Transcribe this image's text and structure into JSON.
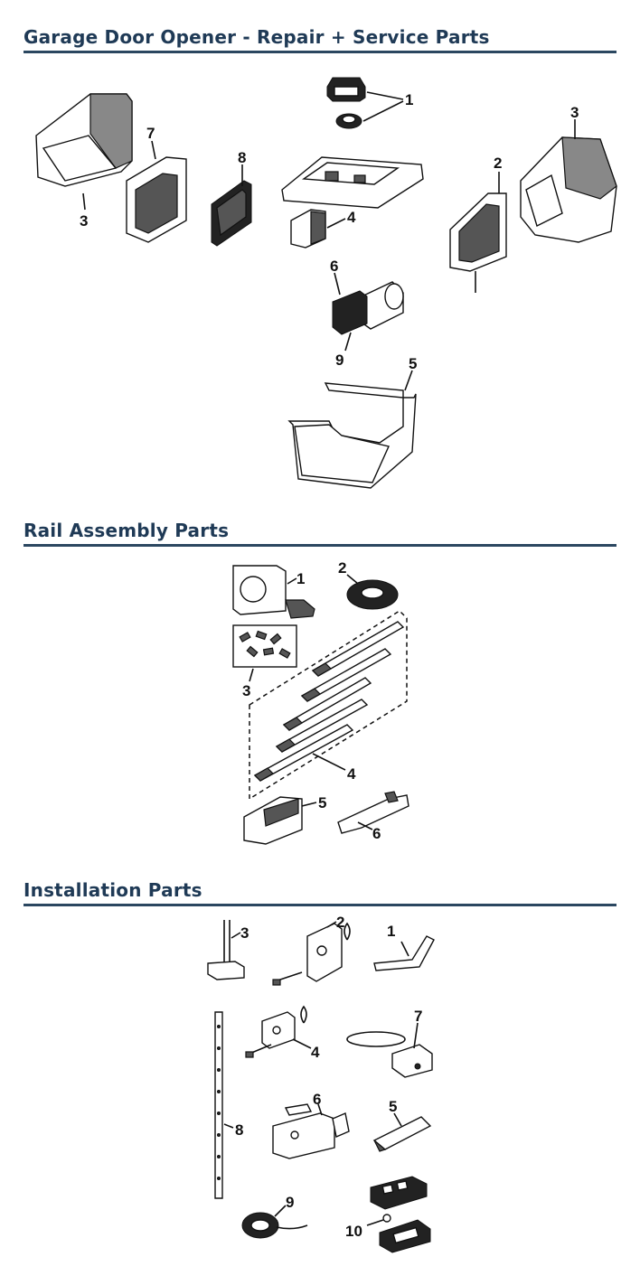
{
  "sections": [
    {
      "title": "Garage Door Opener - Repair + Service Parts",
      "callouts": [
        "1",
        "3",
        "7",
        "8",
        "2",
        "3",
        "4",
        "6",
        "9",
        "5"
      ]
    },
    {
      "title": "Rail Assembly Parts",
      "callouts": [
        "1",
        "2",
        "3",
        "4",
        "5",
        "6"
      ]
    },
    {
      "title": "Installation Parts",
      "callouts": [
        "3",
        "2",
        "1",
        "4",
        "7",
        "6",
        "5",
        "8",
        "9",
        "10"
      ]
    }
  ]
}
